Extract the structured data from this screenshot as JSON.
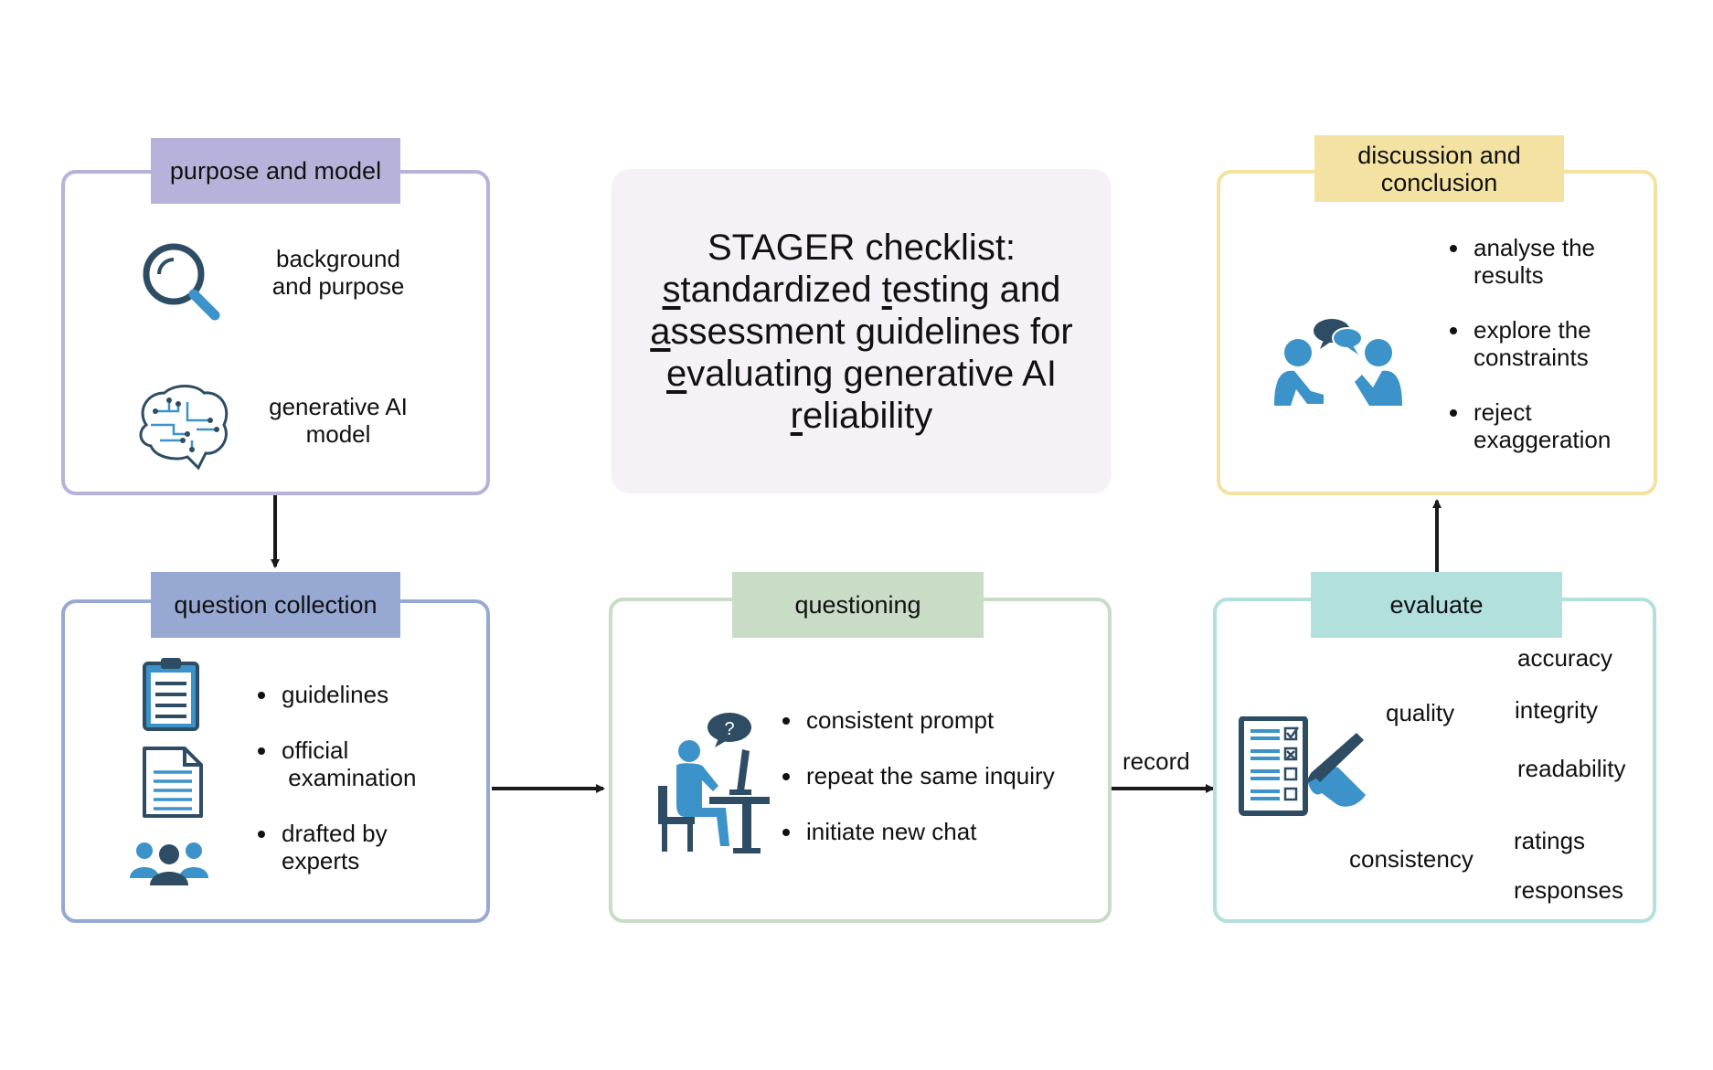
{
  "colors": {
    "purple": "#b7b2da",
    "blue": "#97a8d3",
    "green": "#c8dcc6",
    "teal": "#b2e0dc",
    "yellow": "#f3e2a2",
    "title_bg": "#f6f1f6",
    "icon_dark": "#2e4d64",
    "icon_blue": "#3b93c9"
  },
  "title": {
    "line1": "STAGER checklist:",
    "line2_initial": "s",
    "line2_a": "tandardized ",
    "line2_initial2": "t",
    "line2_b": "esting and",
    "line3_initial": "a",
    "line3_a": "ssessment ",
    "line3_initial2": "g",
    "line3_b": "uidelines for",
    "line4_initial": "e",
    "line4_a": "valuating generative AI",
    "line5_initial": "r",
    "line5_a": "eliability"
  },
  "purpose": {
    "tag": "purpose and model",
    "step1_line1": "background",
    "step1_line2": "and purpose",
    "step2_line1": "generative AI",
    "step2_line2": "model",
    "icon1": "magnifier-icon",
    "icon2": "circuit-brain-icon"
  },
  "collection": {
    "tag": "question collection",
    "items": [
      "guidelines",
      "official",
      "examination",
      "drafted by",
      "experts"
    ],
    "icons": [
      "clipboard-icon",
      "document-icon",
      "group-icon"
    ]
  },
  "questioning": {
    "tag": "questioning",
    "items": [
      "consistent prompt",
      "repeat the same inquiry",
      "initiate new chat"
    ],
    "icon": "person-at-computer-icon"
  },
  "record_label": "record",
  "evaluate": {
    "tag": "evaluate",
    "quality": "quality",
    "quality_items": [
      "accuracy",
      "integrity",
      "readability"
    ],
    "consistency": "consistency",
    "consistency_items": [
      "ratings",
      "responses"
    ],
    "icon": "checklist-pen-icon"
  },
  "discussion": {
    "tag_line1": "discussion and",
    "tag_line2": "conclusion",
    "items": [
      {
        "l1": "analyse the",
        "l2": "results"
      },
      {
        "l1": "explore the",
        "l2": "constraints"
      },
      {
        "l1": "reject",
        "l2": "exaggeration"
      }
    ],
    "icon": "two-people-talking-icon"
  }
}
